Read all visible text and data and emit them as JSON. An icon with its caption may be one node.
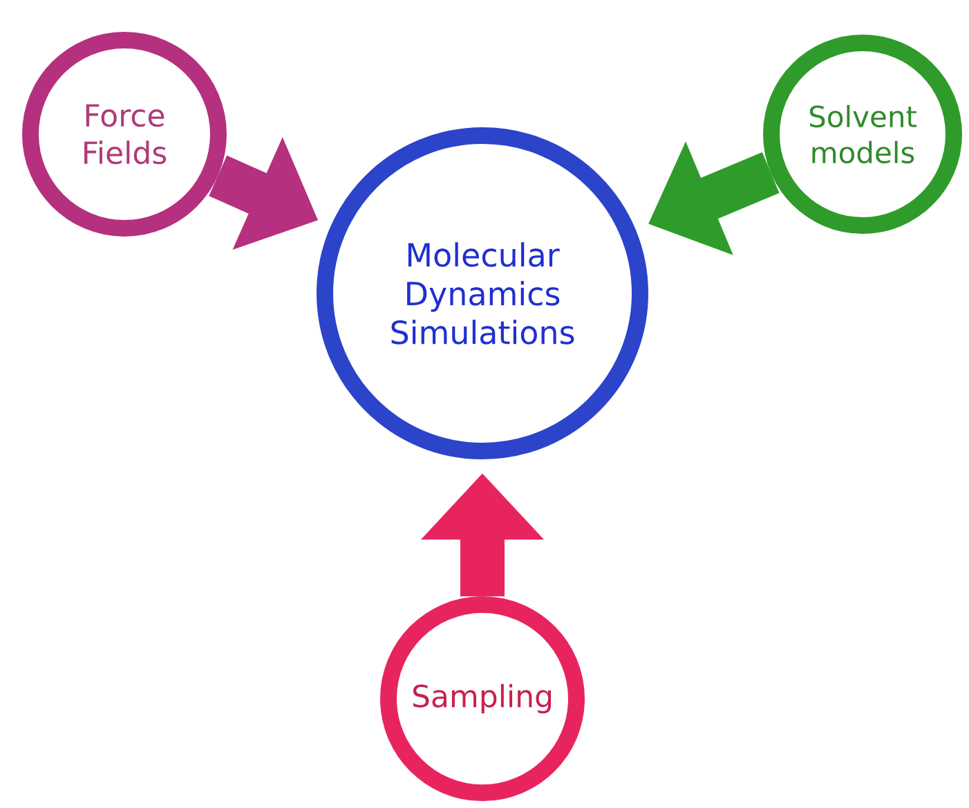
{
  "diagram": {
    "nodes": [
      {
        "text": [
          "Force Fields"
        ]
      },
      {
        "text": [
          "Solvent models"
        ]
      },
      {
        "text": [
          "Molecular Dynamics Simulations"
        ]
      },
      {
        "text": [
          "Sampling"
        ]
      }
    ],
    "edges": [
      {
        "from": 0,
        "to": 2,
        "arrow": "to",
        "color": "#b5307f"
      },
      {
        "from": 1,
        "to": 2,
        "arrow": "to",
        "color": "#2f9b2b"
      },
      {
        "from": 3,
        "to": 2,
        "arrow": "to",
        "color": "#e8245e"
      }
    ]
  }
}
